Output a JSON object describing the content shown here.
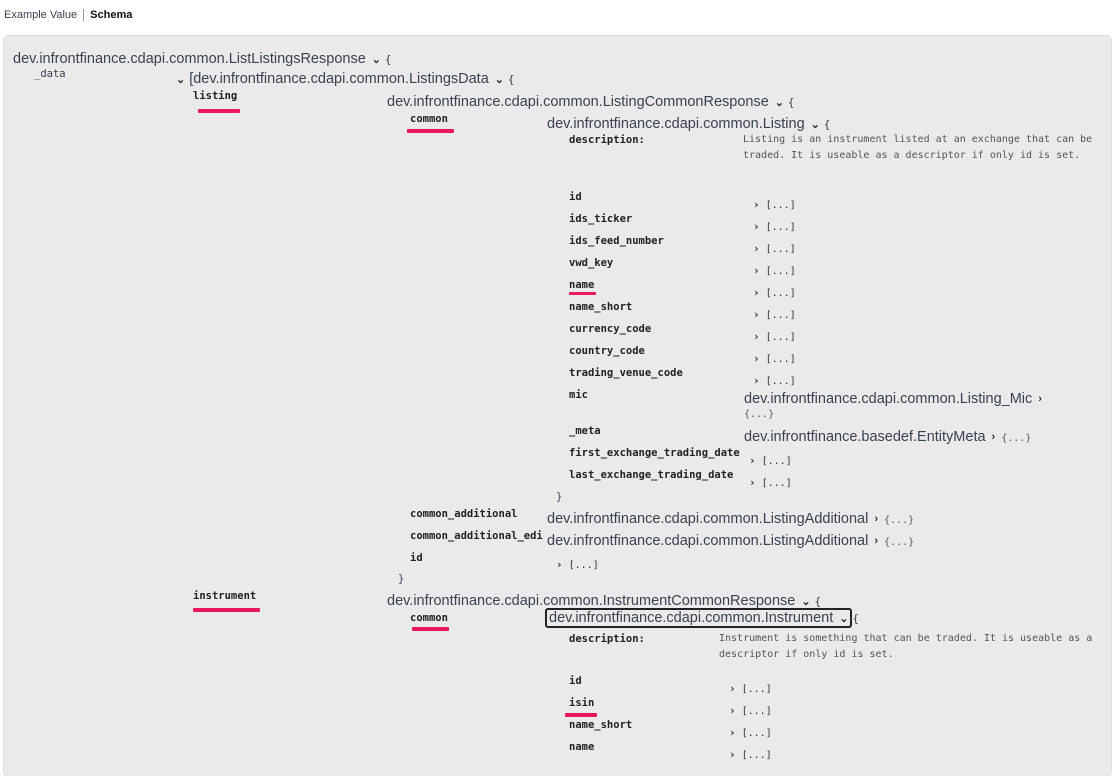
{
  "tabs": {
    "example": "Example Value",
    "schema": "Schema"
  },
  "schema": {
    "root": "dev.infrontfinance.cdapi.common.ListListingsResponse",
    "data_key": "_data",
    "listings_data": "[dev.infrontfinance.cdapi.common.ListingsData",
    "listing_key": "listing",
    "listing_common_response": "dev.infrontfinance.cdapi.common.ListingCommonResponse",
    "common_key": "common",
    "listing_model": "dev.infrontfinance.cdapi.common.Listing",
    "description_key": "description:",
    "listing_description": "Listing is an instrument listed at an exchange that can be traded. It is useable as a descriptor if only id is set.",
    "listing_fields": [
      "id",
      "ids_ticker",
      "ids_feed_number",
      "vwd_key",
      "name",
      "name_short",
      "currency_code",
      "country_code",
      "trading_venue_code"
    ],
    "mic_key": "mic",
    "mic_model": "dev.infrontfinance.cdapi.common.Listing_Mic",
    "meta_key": "_meta",
    "meta_model": "dev.infrontfinance.basedef.EntityMeta",
    "date_fields": [
      "first_exchange_trading_date",
      "last_exchange_trading_date"
    ],
    "common_additional_key": "common_additional",
    "common_additional_edi_key": "common_additional_edi",
    "listing_additional_model": "dev.infrontfinance.cdapi.common.ListingAdditional",
    "id_key": "id",
    "instrument_key": "instrument",
    "instrument_common_response": "dev.infrontfinance.cdapi.common.InstrumentCommonResponse",
    "instrument_model": "dev.infrontfinance.cdapi.common.Instrument",
    "instrument_description": "Instrument is something that can be traded. It is useable as a descriptor if only id is set.",
    "instrument_fields": [
      "id",
      "isin",
      "name_short",
      "name"
    ],
    "array_collapsed": "[...]",
    "object_collapsed": "{...}",
    "open_brace": "{",
    "close_brace": "}"
  },
  "colors": {
    "highlight": "#e8185a",
    "panel_bg": "#eaeaea"
  },
  "icons": {
    "expanded": "chevron-down-icon",
    "collapsed": "chevron-right-icon"
  }
}
